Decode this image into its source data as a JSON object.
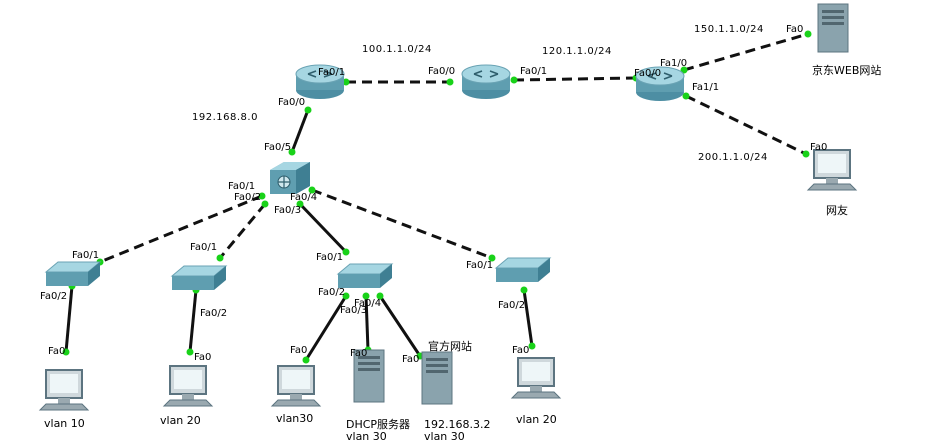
{
  "networks": {
    "n100": "100.1.1.0/24",
    "n120": "120.1.1.0/24",
    "n150": "150.1.1.0/24",
    "n200": "200.1.1.0/24",
    "n192": "192.168.8.0"
  },
  "ports": {
    "r1_fa01": "Fa0/1",
    "r1_fa00": "Fa0/0",
    "r2_fa00": "Fa0/0",
    "r2_fa01": "Fa0/1",
    "r3_fa00": "Fa0/0",
    "r3_fa10": "Fa1/0",
    "r3_fa11": "Fa1/1",
    "web_fa0": "Fa0",
    "friend_fa0": "Fa0",
    "ms_fa05": "Fa0/5",
    "ms_fa01": "Fa0/1",
    "ms_fa02": "Fa0/2",
    "ms_fa04": "Fa0/4",
    "ms_fa03": "Fa0/3",
    "s1_fa01": "Fa0/1",
    "s1_fa02": "Fa0/2",
    "s2_fa01": "Fa0/1",
    "s2_fa02": "Fa0/2",
    "s3_fa01": "Fa0/1",
    "s3_fa02": "Fa0/2",
    "s3_fa04": "Fa0/4",
    "s3_fa03": "Fa0/3",
    "s4_fa01": "Fa0/1",
    "s4_fa02": "Fa0/2",
    "pc1_fa0": "Fa0",
    "pc2_fa0": "Fa0",
    "pc3_fa0": "Fa0",
    "dhcp_fa0": "Fa0",
    "srv_fa0": "Fa0",
    "pc4_fa0": "Fa0"
  },
  "captions": {
    "web": "京东WEB网站",
    "friend": "网友",
    "pc1": "vlan 10",
    "pc2": "vlan 20",
    "pc3": "vlan30",
    "dhcp_name": "DHCP服务器",
    "dhcp_vlan": "vlan 30",
    "srv_title": "官方网站",
    "srv_ip": "192.168.3.2",
    "srv_vlan": "vlan 30",
    "pc4": "vlan 20"
  },
  "colors": {
    "link": "#111111",
    "link_up_dot": "#19d219",
    "device_body": "#5f9eb0",
    "device_top": "#9fd0dc",
    "server_body": "#8aa3ad"
  }
}
